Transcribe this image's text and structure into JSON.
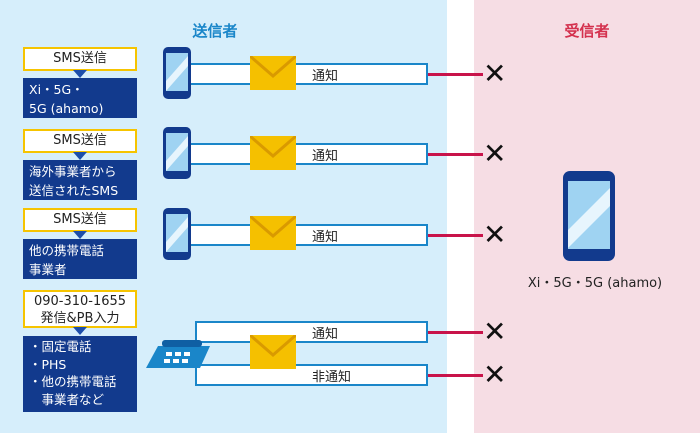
{
  "headers": {
    "sender": "送信者",
    "receiver": "受信者"
  },
  "rows": [
    {
      "tag": "SMS送信",
      "desc": [
        "Xi・5G・",
        "5G (ahamo)"
      ],
      "notice": "通知"
    },
    {
      "tag": "SMS送信",
      "desc": [
        "海外事業者から",
        "送信されたSMS"
      ],
      "notice": "通知"
    },
    {
      "tag": "SMS送信",
      "desc": [
        "他の携帯電話",
        "事業者"
      ],
      "notice": "通知"
    }
  ],
  "landline": {
    "tag": [
      "090-310-1655",
      "発信&PB入力"
    ],
    "desc": [
      "・固定電話",
      "・PHS",
      "・他の携帯電話",
      "　事業者など"
    ],
    "notice1": "通知",
    "notice2": "非通知"
  },
  "receiver_label": "Xi・5G・5G (ahamo)",
  "colors": {
    "sender_bg": "#d6eefb",
    "receiver_bg": "#f6dde4",
    "blocked_line": "#c8134a",
    "tag_border": "#f6c400",
    "desc_bg": "#123a8d"
  }
}
